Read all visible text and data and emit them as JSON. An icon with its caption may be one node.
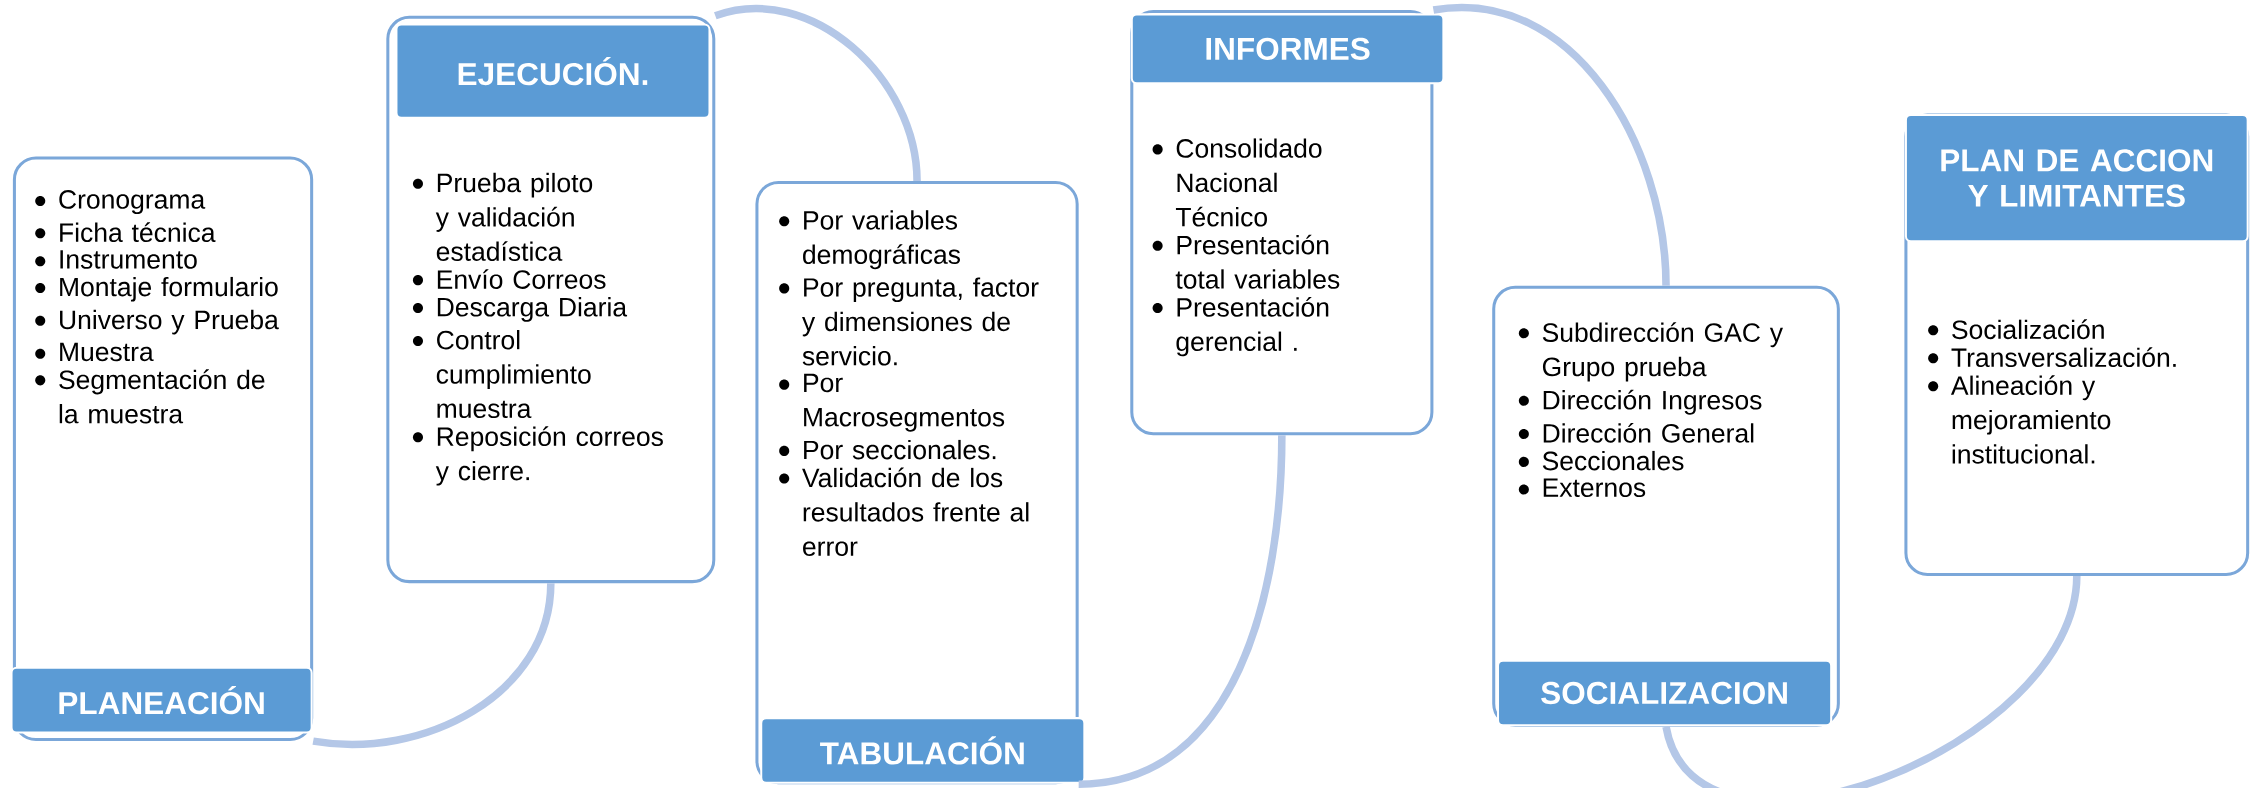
{
  "diagram": {
    "nodes": [
      {
        "text": [
          "Cronograma",
          "Ficha técnica",
          "Instrumento",
          "Montaje formulario",
          "Universo y Prueba",
          "Muestra",
          "Segmentación de la muestra",
          "PLANEACIÓN"
        ]
      },
      {
        "text": [
          "EJECUCIÓN.",
          "Prueba piloto y validación estadística",
          "Envío Correos",
          "Descarga Diaria",
          "Control cumplimiento muestra",
          "Reposición correos y cierre."
        ]
      },
      {
        "text": [
          "Por variables demográficas",
          "Por pregunta, factor y dimensiones de servicio.",
          "Por Macrosegmentos",
          "Por seccionales.",
          "Validación de los resultados frente al error",
          "TABULACIÓN"
        ]
      },
      {
        "text": [
          "INFORMES",
          "Consolidado Nacional Técnico",
          "Presentación total variables",
          "Presentación gerencial ."
        ]
      },
      {
        "text": [
          "Subdirección GAC y Grupo prueba",
          "Dirección Ingresos",
          "Dirección General",
          "Seccionales",
          "Externos",
          "SOCIALIZACION"
        ]
      },
      {
        "text": [
          "PLAN DE ACCION Y LIMITANTES",
          "Socialización",
          "Transversalización.",
          "Alineación y mejoramiento institucional."
        ]
      }
    ],
    "edges": [
      {
        "from": 0,
        "to": 1,
        "arrow": "none"
      },
      {
        "from": 1,
        "to": 2,
        "arrow": "none"
      },
      {
        "from": 2,
        "to": 3,
        "arrow": "none"
      },
      {
        "from": 3,
        "to": 4,
        "arrow": "none"
      },
      {
        "from": 4,
        "to": 5,
        "arrow": "none"
      }
    ]
  }
}
